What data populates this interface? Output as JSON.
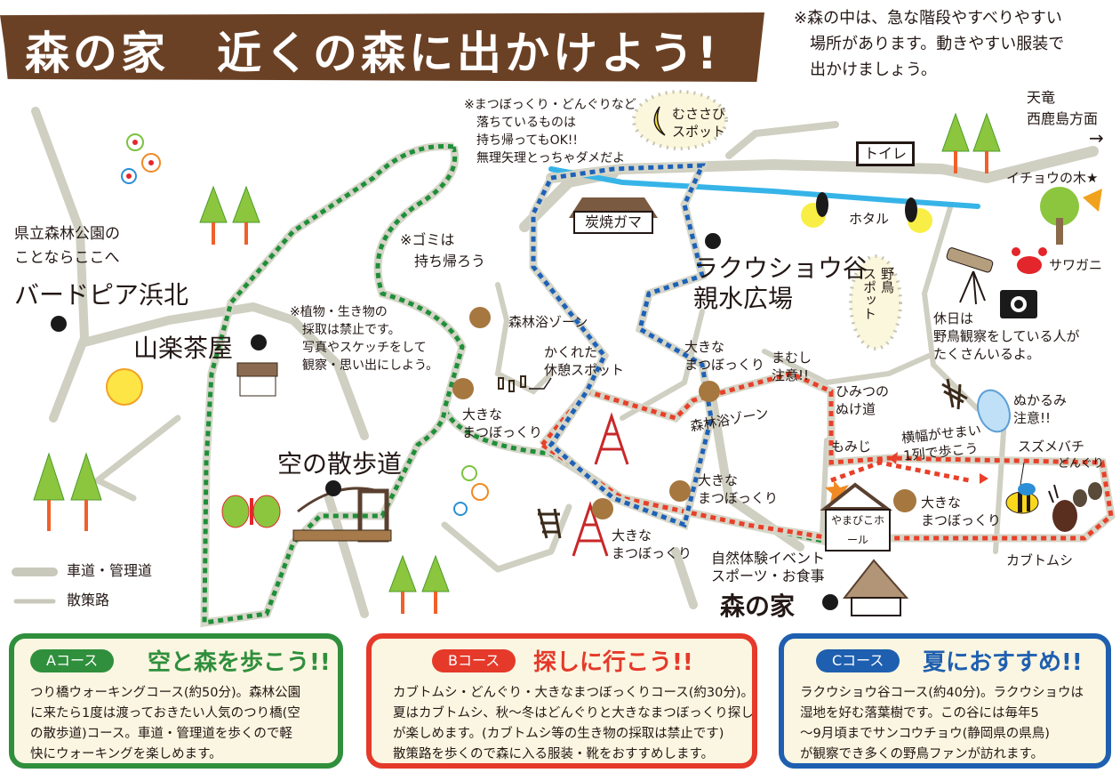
{
  "header": {
    "title": "森の家　近くの森に出かけよう!",
    "banner_color": "#6b4125"
  },
  "notices": {
    "safety": "※森の中は、急な階段やすべりやすい\n　場所があります。動きやすい服装で\n　出かけましょう。",
    "pinecones": "※まつぼっくり・どんぐりなど\n　落ちているものは\n　持ち帰ってもOK!!\n　無理矢理とっちゃダメだよ",
    "garbage": "※ゴミは\n　持ち帰ろう",
    "plants": "※植物・生き物の\n　採取は禁止です。\n　写真やスケッチをして\n　観察・思い出にしよう。",
    "birdwatch": "休日は\n野鳥観察をしている人が\nたくさんいるよ。"
  },
  "places": {
    "prefectural_park_note": "県立森林公園の\nことならここへ",
    "birdpia": "バードピア浜北",
    "sanraku": "山楽茶屋",
    "sora_sanpo": "空の散歩道",
    "rakusho": "ラクウショウ谷\n親水広場",
    "mori_no_ie": "森の家",
    "mori_no_ie_desc": "自然体験イベント\nスポーツ・お食事",
    "tenryu": "天竜\n西鹿島方面",
    "tenryu_arrow": "→",
    "toilet": "トイレ",
    "charcoal_kiln": "炭焼ガマ",
    "yamabiko_hall": "やまびこホール",
    "musasabi_spot": "むささび\nスポット",
    "yacho_spot": "野鳥\nスポット",
    "hidden_rest": "かくれた\n休憩スポット",
    "shinrinyoku_1": "森林浴ゾーン",
    "shinrinyoku_2": "森林浴ゾーン",
    "secret_path": "ひみつの\nぬけ道",
    "momiji": "もみじ",
    "narrow": "横幅がせまい\n1列で歩こう",
    "mamushi": "まむし\n注意!!",
    "nukarumi": "ぬかるみ\n注意!!",
    "icho": "イチョウの木★",
    "sawagani": "サワガニ",
    "hotaru": "ホタル",
    "suzumebachi": "スズメバチ",
    "donguri": "どんぐり",
    "kabutomushi": "カブトムシ",
    "big_pinecone": "大きな\nまつぼっくり"
  },
  "legend": {
    "items": [
      {
        "label": "車道・管理道",
        "color": "#c9c9bb",
        "width": 10
      },
      {
        "label": "散策路",
        "color": "#c9c9bb",
        "width": 5
      }
    ]
  },
  "route_colors": {
    "a": "#1f8f3a",
    "b": "#e8402a",
    "c": "#1e62b8",
    "road": "#cfcfc2",
    "river": "#36b4e8"
  },
  "courses": [
    {
      "id": "A",
      "pill": "Aコース",
      "heading": "空と森を歩こう!!",
      "color": "#2f8f3c",
      "body": "つり橋ウォーキングコース(約50分)。森林公園\nに来たら1度は渡っておきたい人気のつり橋(空\nの散歩道)コース。車道・管理道を歩くので軽\n快にウォーキングを楽しめます。"
    },
    {
      "id": "B",
      "pill": "Bコース",
      "heading": "探しに行こう!!",
      "color": "#e5392a",
      "body": "カブトムシ・どんぐり・大きなまつぼっくりコース(約30分)。\n夏はカブトムシ、秋〜冬はどんぐりと大きなまつぼっくり探し\nが楽しめます。(カブトムシ等の生き物の採取は禁止です)\n散策路を歩くので森に入る服装・靴をおすすめします。"
    },
    {
      "id": "C",
      "pill": "Cコース",
      "heading": "夏におすすめ!!",
      "color": "#1e5fb0",
      "body": "ラクウショウ谷コース(約40分)。ラクウショウは\n湿地を好む落葉樹です。この谷には毎年5\n〜9月頃までサンコウチョウ(静岡県の県鳥)\nが観察でき多くの野鳥ファンが訪れます。"
    }
  ]
}
